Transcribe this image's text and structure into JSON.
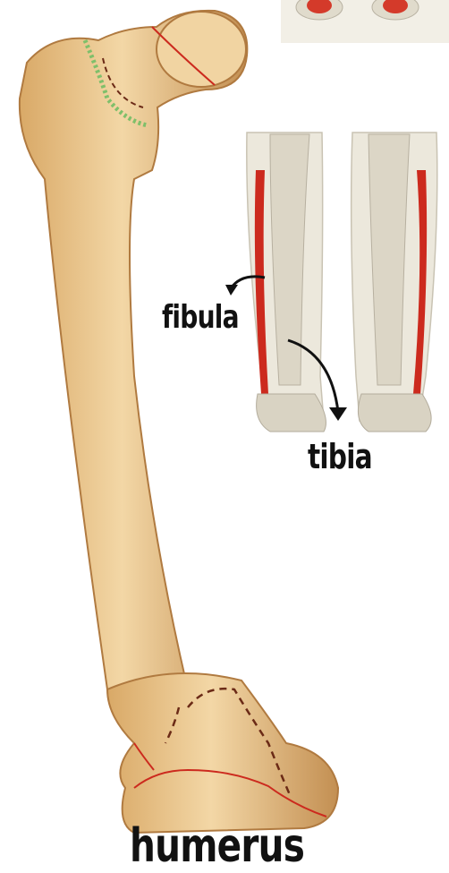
{
  "labels": {
    "fibula": "fibula",
    "tibia": "tibia",
    "humerus": "humerus"
  },
  "colors": {
    "bone": "#e9c48f",
    "bone_shadow": "#c89a5e",
    "leg_bone": "#e6e2d6",
    "highlight_red": "#cc2a1e",
    "growth_plate_green": "#7fbf6a",
    "dashed_brown": "#6b2a16",
    "background": "#ffffff"
  },
  "icons": {
    "fibula_arrow": "curved-arrow-left-icon",
    "tibia_arrow": "curved-arrow-down-icon"
  }
}
